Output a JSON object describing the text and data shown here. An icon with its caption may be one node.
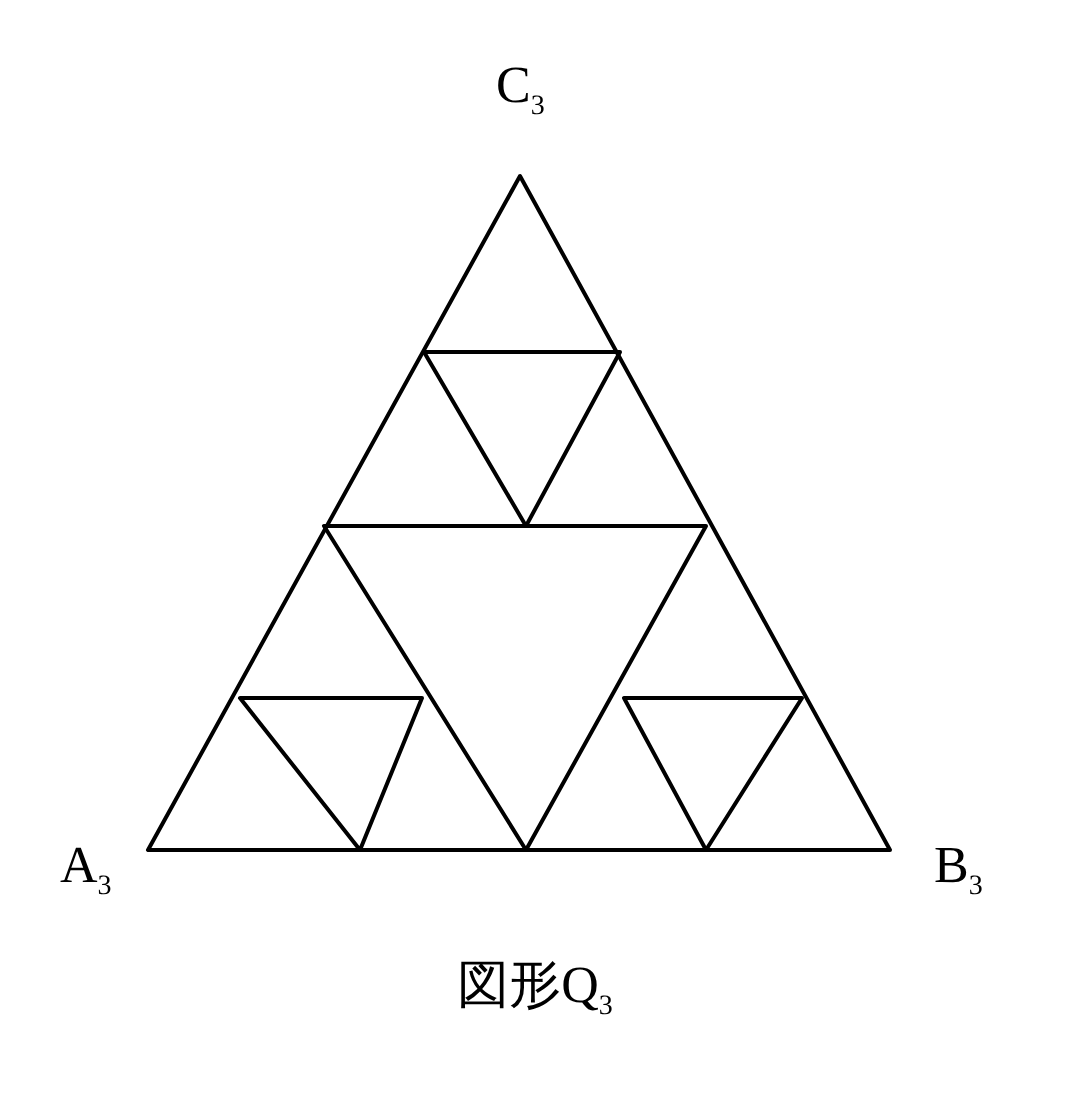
{
  "diagram": {
    "caption": "図形Q$_{3}$",
    "labels": [
      "C$_{3}$",
      "A$_{3}$",
      "B$_{3}$"
    ]
  }
}
